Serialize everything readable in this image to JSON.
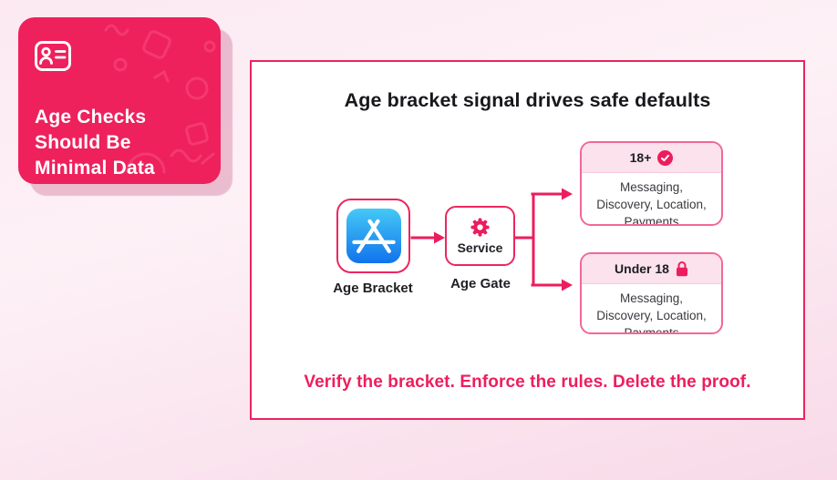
{
  "badge_card": {
    "title_lines": [
      "Age Checks",
      "Should Be",
      "Minimal Data"
    ],
    "icon": "id-card-icon",
    "bg_color": "#EE215C",
    "text_color": "#FFFFFF"
  },
  "panel": {
    "title": "Age bracket signal drives safe defaults",
    "flow": {
      "source": {
        "label": "Age Bracket",
        "icon": "app-store-icon"
      },
      "gate": {
        "box_label": "Service",
        "label": "Age Gate",
        "icon": "gear-icon"
      },
      "outcomes": [
        {
          "header": "18+",
          "icon": "check-badge-icon",
          "body_lines": [
            "Messaging,",
            "Discovery, Location,",
            "Payments"
          ]
        },
        {
          "header": "Under 18",
          "icon": "lock-icon",
          "body_lines": [
            "Messaging,",
            "Discovery, Location,",
            "Payments"
          ]
        }
      ]
    },
    "tagline": "Verify the bracket. Enforce the rules. Delete the proof."
  },
  "colors": {
    "accent_pink": "#EC1D5E",
    "card_pink": "#EE215C",
    "header_light_pink": "#FBE2EC",
    "panel_border": "#E8255E",
    "outcome_border": "#F2679A",
    "background_pink": "#FAE3ED",
    "title_dark": "#17171C",
    "body_gray": "#3A3A40",
    "appstore_gradient_top": "#45C9F6",
    "appstore_gradient_bottom": "#1173EC"
  }
}
